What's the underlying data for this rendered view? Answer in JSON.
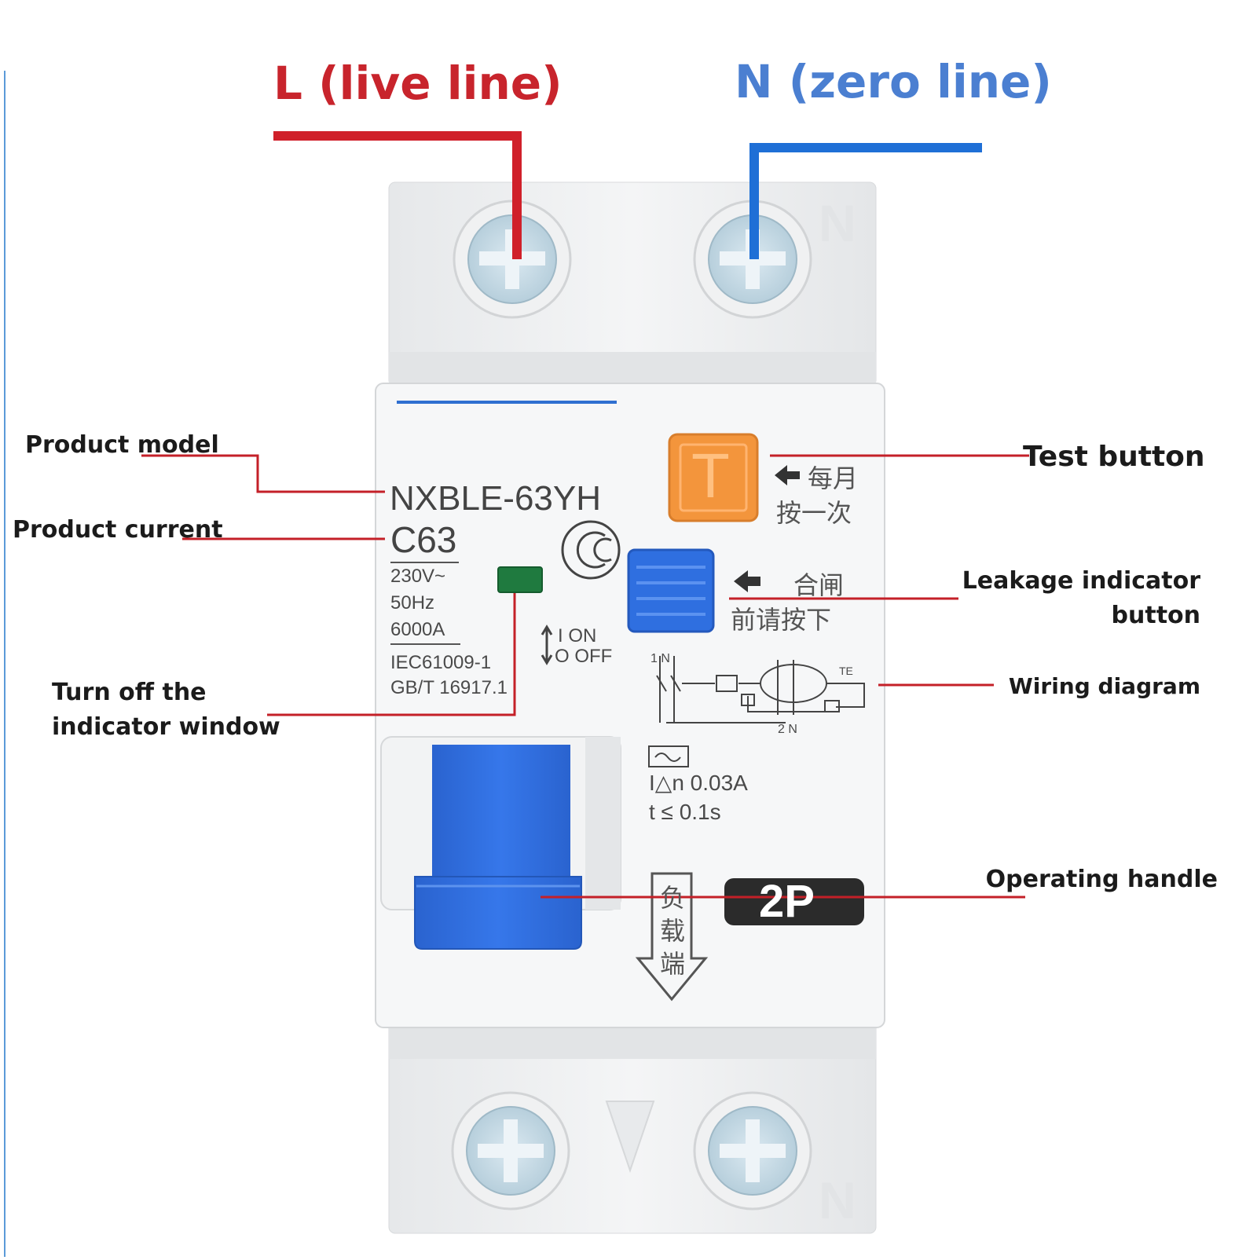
{
  "wires": {
    "live_label": "L (live line)",
    "zero_label": "N (zero line)",
    "live_color": "#d0202a",
    "zero_color": "#1f6fd6"
  },
  "callouts": {
    "product_model": "Product model",
    "product_current": "Product current",
    "indicator_window_line1": "Turn off the",
    "indicator_window_line2": "indicator window",
    "test_button": "Test button",
    "leakage_line1": "Leakage indicator",
    "leakage_line2": "button",
    "wiring_diagram": "Wiring diagram",
    "operating_handle": "Operating handle"
  },
  "breaker": {
    "model": "NXBLE-63YH",
    "current": "C63",
    "voltage": "230V~",
    "frequency": "50Hz",
    "capacity": "6000A",
    "standard1": "IEC61009-1",
    "standard2": "GB/T 16917.1",
    "on_label": "I ON",
    "off_label": "O OFF",
    "test_key_letter": "T",
    "test_note_line1": "每月",
    "test_note_line2": "按一次",
    "reset_note_line1": "合闸",
    "reset_note_line2": "前请按下",
    "residual_current": "I△n 0.03A",
    "trip_time": "t ≤ 0.1s",
    "load_side": [
      "负",
      "载",
      "端"
    ],
    "poles": "2P",
    "neutral_mark": "N",
    "diagram_labels": {
      "top": "1 N",
      "bottom": "2 N",
      "te": "TE"
    }
  },
  "colors": {
    "body": "#eef0f2",
    "handle": "#2f6fe0",
    "test_button": "#f3953c",
    "indicator": "#1f7a3f",
    "callout_line": "#c42028"
  }
}
